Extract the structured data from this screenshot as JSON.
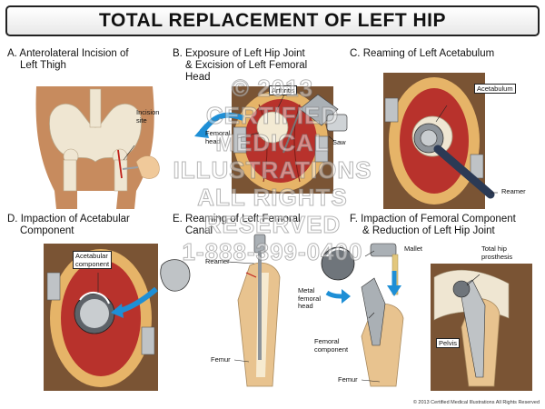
{
  "title": "TOTAL REPLACEMENT OF LEFT HIP",
  "panels": {
    "a": {
      "title_line1": "A. Anterolateral Incision of",
      "title_line2": "Left Thigh",
      "label_incision": "Incision\nsite"
    },
    "b": {
      "title_line1": "B. Exposure of Left Hip Joint",
      "title_line2": "& Excision of Left Femoral",
      "title_line3": "Head",
      "label_arthritis": "Arthritis",
      "label_femoral_head": "Femoral\nhead",
      "label_saw": "Saw"
    },
    "c": {
      "title": "C. Reaming of Left Acetabulum",
      "label_acetabulum": "Acetabulum",
      "label_reamer": "Reamer"
    },
    "d": {
      "title_line1": "D. Impaction of Acetabular",
      "title_line2": "Component",
      "label_component": "Acetabular\ncomponent"
    },
    "e": {
      "title_line1": "E. Reaming of Left Femoral",
      "title_line2": "Canal",
      "label_reamer": "Reamer",
      "label_femur": "Femur"
    },
    "f": {
      "title_line1": "F. Impaction of Femoral Component",
      "title_line2": "& Reduction of Left Hip Joint",
      "label_mallet": "Mallet",
      "label_total_hip": "Total hip\nprosthesis",
      "label_metal_head": "Metal\nfemoral\nhead",
      "label_femoral_component": "Femoral\ncomponent",
      "label_pelvis": "Pelvis",
      "label_femur": "Femur"
    }
  },
  "watermark": {
    "line1": "© 2013",
    "line2": "CERTIFIED",
    "line3": "MEDICAL",
    "line4": "ILLUSTRATIONS",
    "line5": "ALL RIGHTS",
    "line6": "RESERVED",
    "line7": "1-888-399-0400"
  },
  "copyright": "© 2013 Certified Medical Illustrations All Rights Reserved",
  "colors": {
    "muscle": "#b8322c",
    "tissue": "#e6b468",
    "skin": "#8a5a3a",
    "metal": "#9aa0a6",
    "arrow": "#1e8fd6"
  }
}
